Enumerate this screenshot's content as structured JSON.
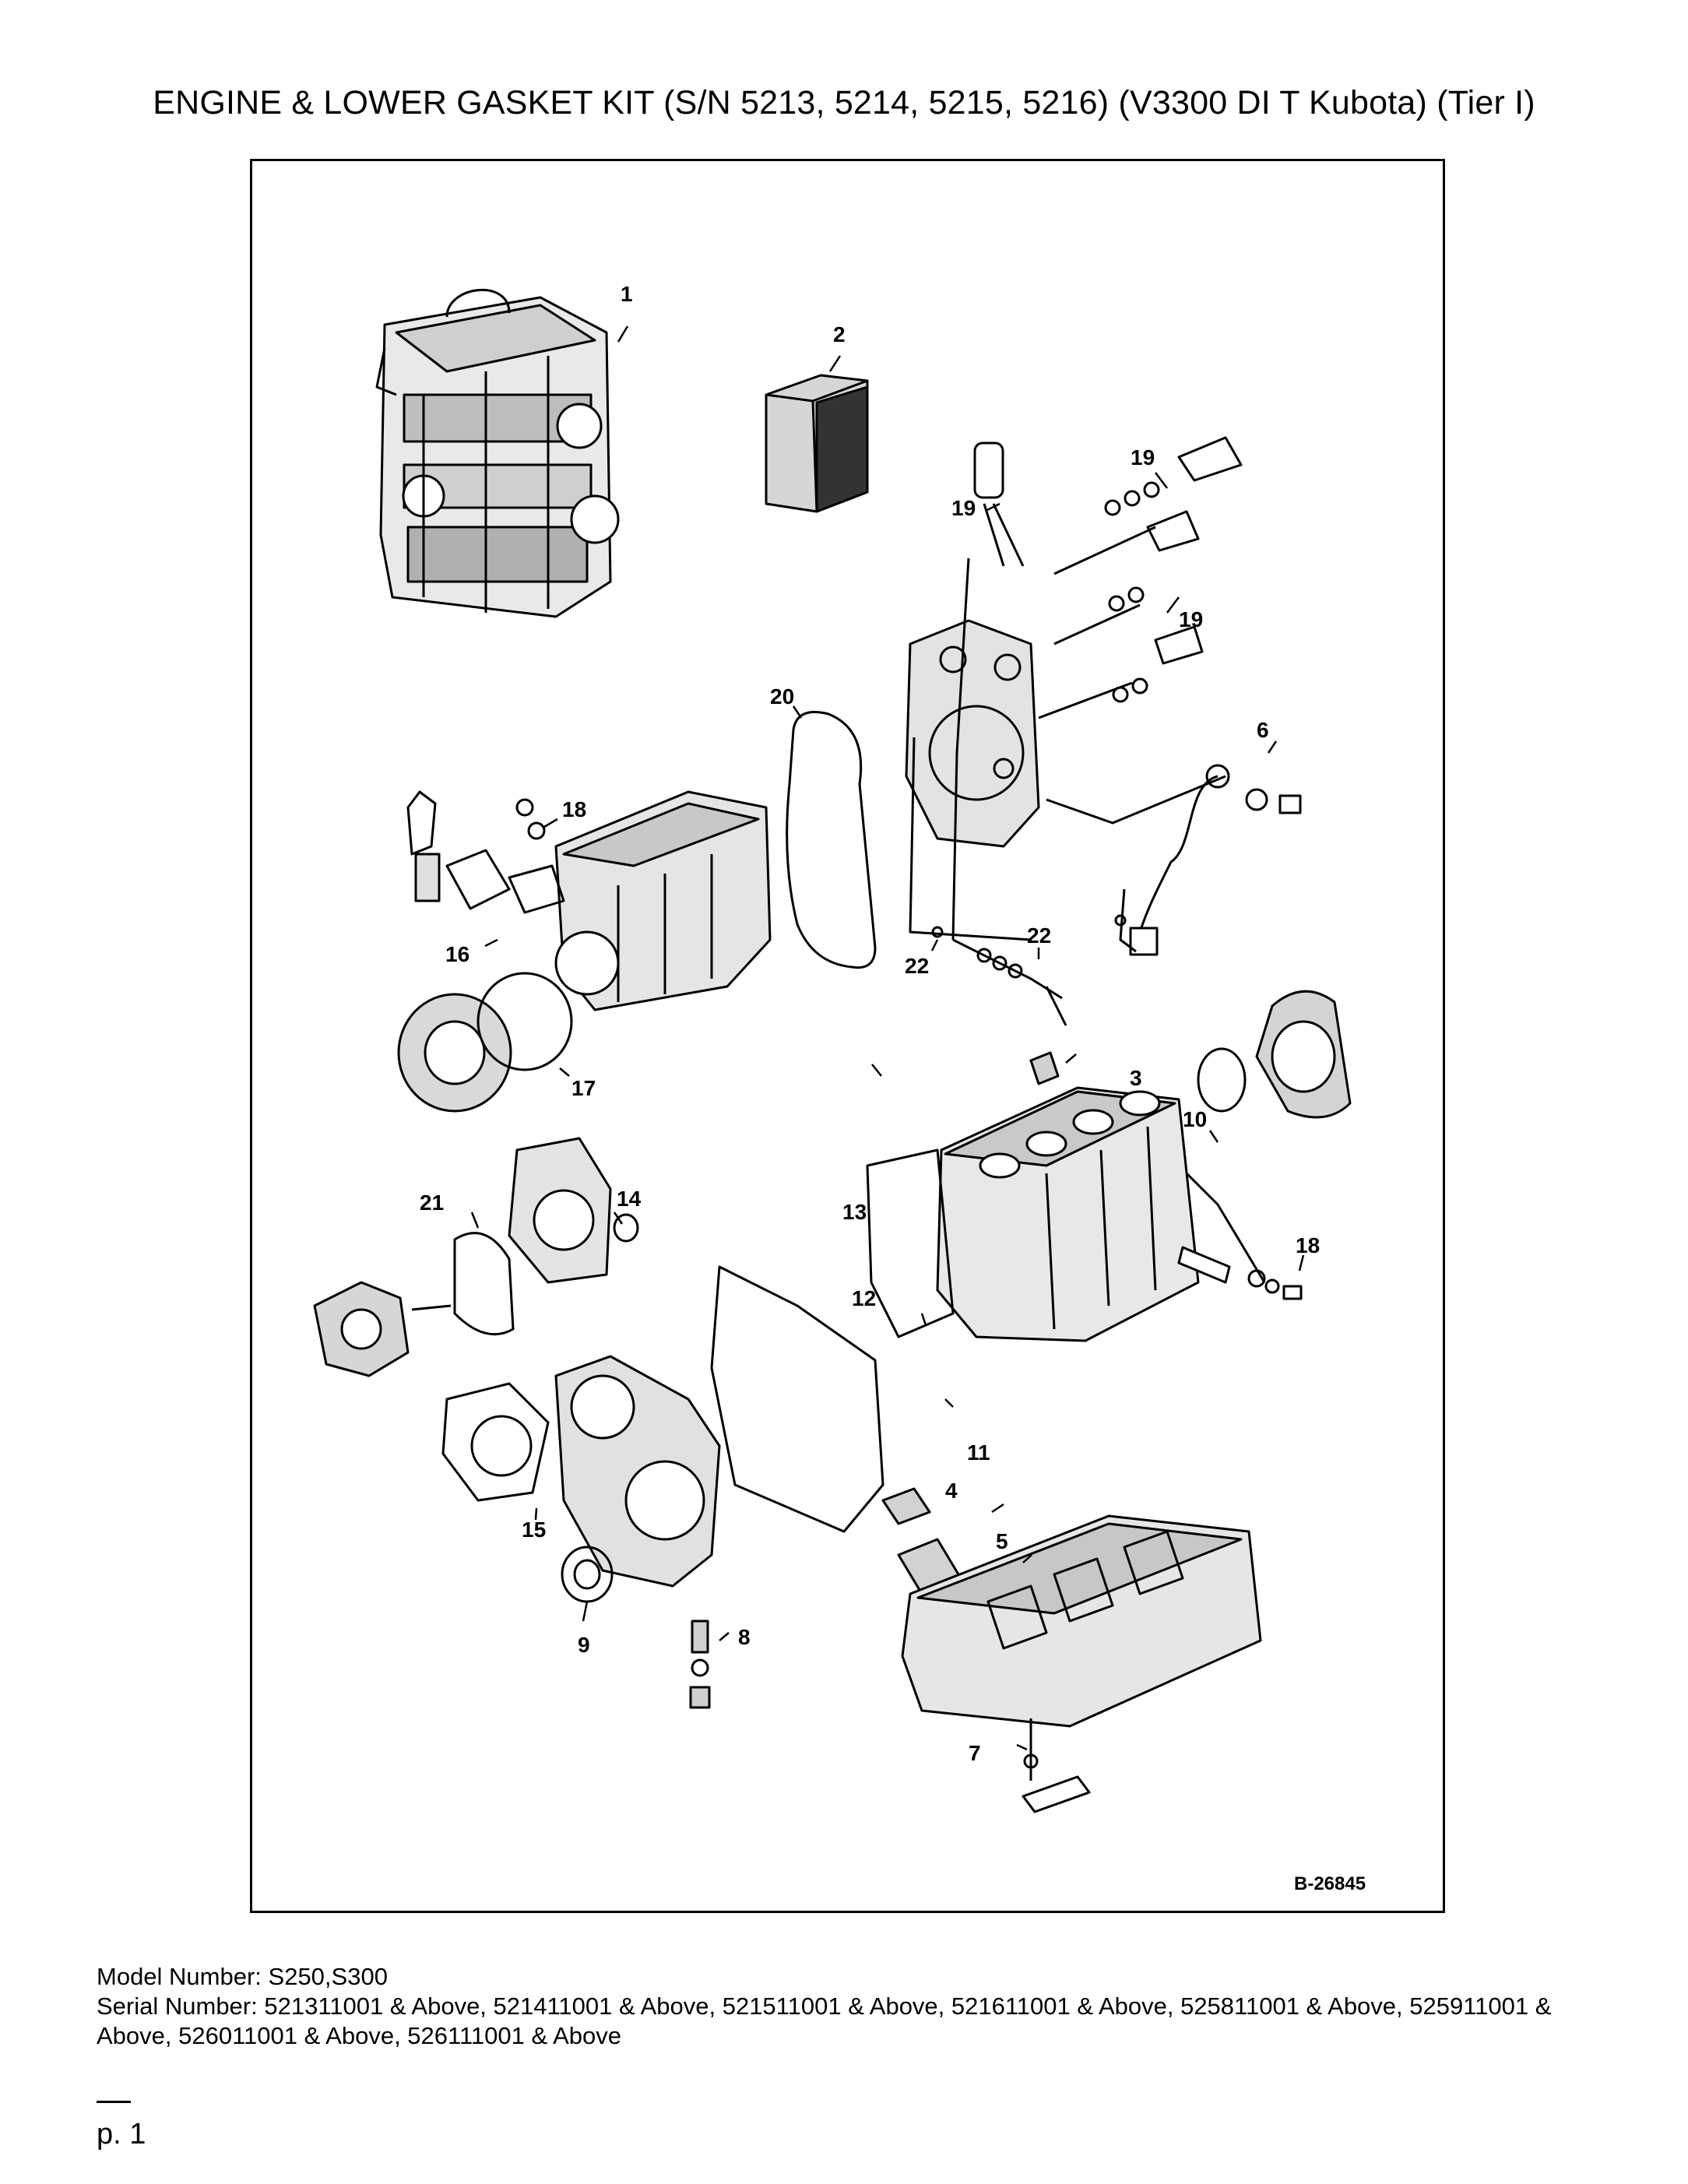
{
  "page": {
    "title": "ENGINE & LOWER GASKET KIT (S/N 5213, 5214, 5215, 5216) (V3300 DI T Kubota) (Tier I)",
    "model_number": "Model Number: S250,S300",
    "serial_number": "Serial Number: 521311001 & Above, 521411001 & Above, 521511001 & Above, 521611001 & Above, 525811001 & Above, 525911001 & Above, 526011001 & Above, 526111001 & Above",
    "page_number": "p. 1"
  },
  "diagram": {
    "drawing_id": "B-26845",
    "callouts": {
      "c1": "1",
      "c2": "2",
      "c3": "3",
      "c4": "4",
      "c5": "5",
      "c6": "6",
      "c7": "7",
      "c8": "8",
      "c9": "9",
      "c10": "10",
      "c11": "11",
      "c12": "12",
      "c13": "13",
      "c14": "14",
      "c15": "15",
      "c16": "16",
      "c17": "17",
      "c18a": "18",
      "c18b": "18",
      "c19a": "19",
      "c19b": "19",
      "c19c": "19",
      "c20": "20",
      "c21": "21",
      "c22a": "22",
      "c22b": "22"
    }
  }
}
